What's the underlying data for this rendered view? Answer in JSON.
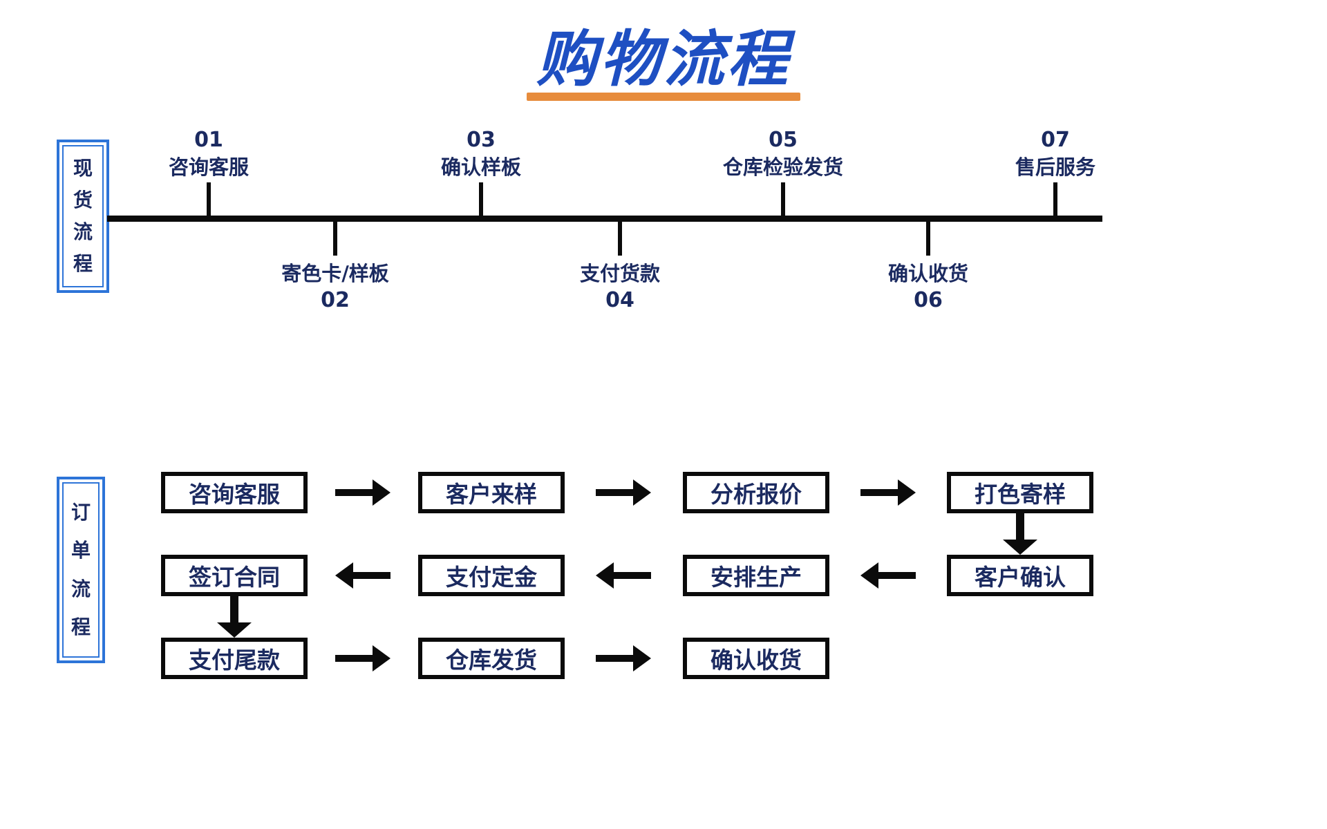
{
  "title": {
    "text": "购物流程"
  },
  "colors": {
    "title_blue": "#1e4fc2",
    "underline_orange": "#e78c3c",
    "label_border_blue": "#2d74d8",
    "text_navy": "#1b2a60",
    "line_black": "#0b0b0b",
    "background": "#ffffff"
  },
  "spot_flow": {
    "label": "现货流程",
    "label_chars": [
      "现",
      "货",
      "流",
      "程"
    ],
    "steps": [
      {
        "num": "01",
        "label": "咨询客服",
        "position": "above"
      },
      {
        "num": "02",
        "label": "寄色卡/样板",
        "position": "below"
      },
      {
        "num": "03",
        "label": "确认样板",
        "position": "above"
      },
      {
        "num": "04",
        "label": "支付货款",
        "position": "below"
      },
      {
        "num": "05",
        "label": "仓库检验发货",
        "position": "above"
      },
      {
        "num": "06",
        "label": "确认收货",
        "position": "below"
      },
      {
        "num": "07",
        "label": "售后服务",
        "position": "above"
      }
    ]
  },
  "order_flow": {
    "label": "订单流程",
    "label_chars": [
      "订",
      "单",
      "流",
      "程"
    ],
    "rows": [
      {
        "direction": "right",
        "boxes": [
          "咨询客服",
          "客户来样",
          "分析报价",
          "打色寄样"
        ]
      },
      {
        "direction": "left",
        "boxes": [
          "签订合同",
          "支付定金",
          "安排生产",
          "客户确认"
        ]
      },
      {
        "direction": "right",
        "boxes": [
          "支付尾款",
          "仓库发货",
          "确认收货"
        ]
      }
    ]
  }
}
